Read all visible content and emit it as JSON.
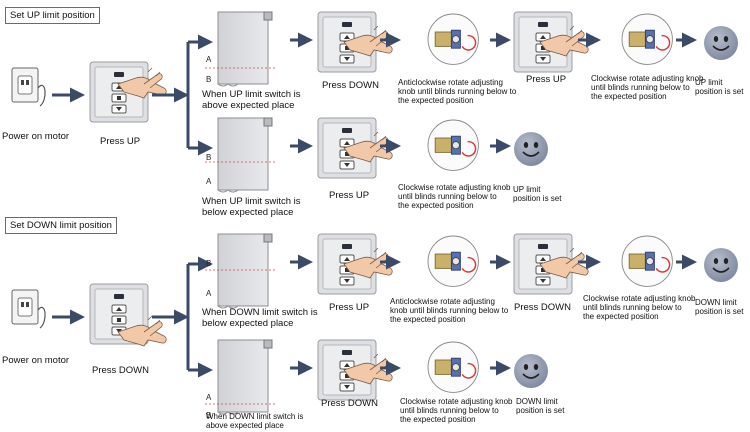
{
  "sections": {
    "up": {
      "header": "Set UP limit position",
      "power_label": "Power on motor",
      "press_label": "Press UP",
      "case1": {
        "condition": "When UP limit switch is\nabove expected place",
        "press": "Press DOWN",
        "adjust": "Anticlockwise  rotate adjusting\nknob until blinds  running below to\nthe expected  position",
        "press2": "Press UP",
        "adjust2": "Clockwise  rotate adjusting knob\nuntil blinds running below to\nthe expected  position",
        "result": "UP limit\nposition is set",
        "marker_a": "A",
        "marker_b": "B"
      },
      "case2": {
        "condition": "When UP limit switch is\nbelow expected place",
        "press": "Press UP",
        "adjust": "Clockwise  rotate adjusting knob\nuntil blinds running below to\nthe expected  position",
        "result": "UP limit\nposition is set",
        "marker_a": "A",
        "marker_b": "B"
      }
    },
    "down": {
      "header": "Set DOWN limit position",
      "power_label": "Power on motor",
      "press_label": "Press DOWN",
      "case1": {
        "condition": "When DOWN limit switch is\nbelow expected place",
        "press": "Press UP",
        "adjust": "Anticlockwise  rotate adjusting\nknob until blinds running below to\nthe expected  position",
        "press2": "Press DOWN",
        "adjust2": "Clockwise  rotate adjusting knob\nuntil blinds running below to\nthe expected  position",
        "result": "DOWN limit\nposition is set",
        "marker_a": "A",
        "marker_b": "B"
      },
      "case2": {
        "condition": "When DOWN limit switch is\nabove expected place",
        "press": "Press DOWN",
        "adjust": "Clockwise  rotate adjusting knob\nuntil blinds running below to\nthe expected  position",
        "result": "DOWN limit\nposition is set",
        "marker_a": "A",
        "marker_b": "B"
      }
    }
  },
  "colors": {
    "arrow": "#3b4a66",
    "panel": "#d8d9dc",
    "smiley": "#8f98ad",
    "dashed": "#d24a4a"
  },
  "icons": [
    "wall-outlet-icon",
    "remote-switch-icon",
    "pointing-hand-icon",
    "blind-icon",
    "motor-knob-icon",
    "smiley-icon"
  ]
}
